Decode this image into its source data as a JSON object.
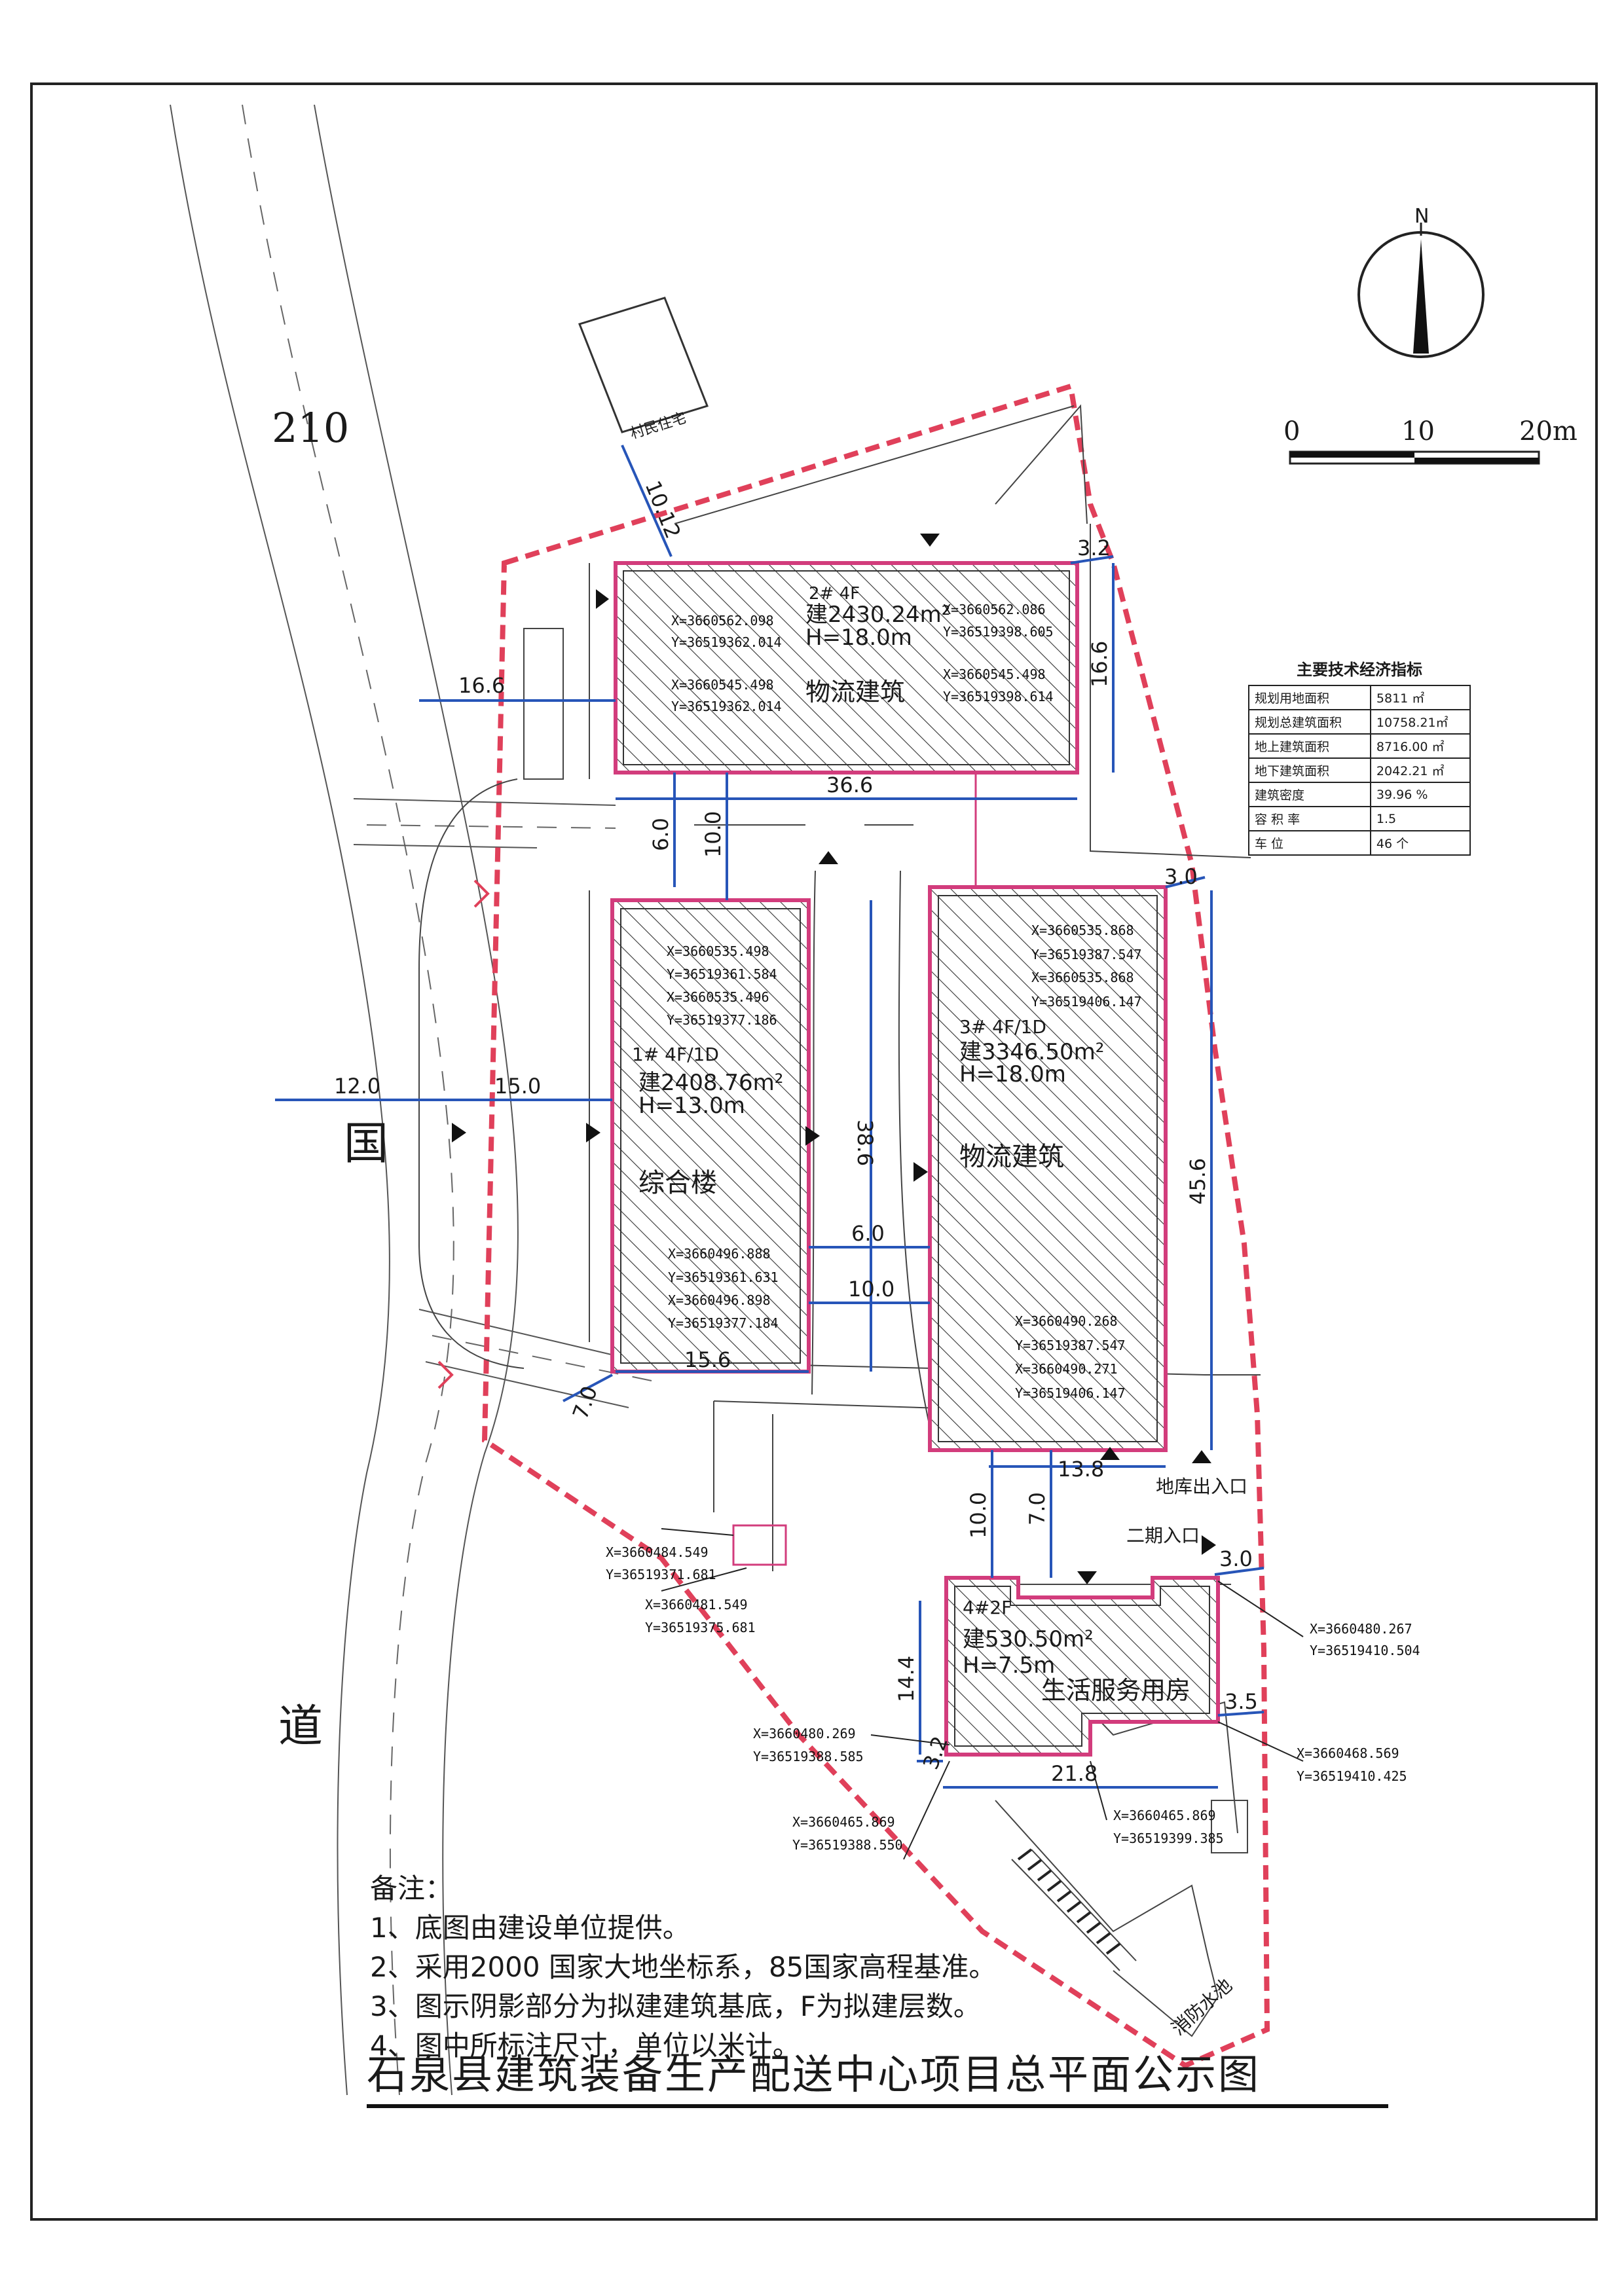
{
  "compass": {
    "north": "N"
  },
  "scale": {
    "labels": [
      "0",
      "10",
      "20m"
    ]
  },
  "road": {
    "number": "210",
    "char1": "国",
    "char2": "道"
  },
  "neighbor": {
    "label": "村民住宅"
  },
  "buildings": [
    {
      "id": "2#",
      "floors": "2# 4F",
      "area": "建2430.24m²",
      "height": "H=18.0m",
      "name": "物流建筑",
      "coords": [
        "X=3660562.098",
        "Y=36519362.014",
        "X=3660562.086",
        "Y=36519398.605",
        "X=3660545.498",
        "Y=36519362.014",
        "X=3660545.498",
        "Y=36519398.614"
      ]
    },
    {
      "id": "1#",
      "floors": "1# 4F/1D",
      "area": "建2408.76m²",
      "height": "H=13.0m",
      "name": "综合楼",
      "coords": [
        "X=3660535.498",
        "Y=36519361.584",
        "X=3660535.496",
        "Y=36519377.186",
        "X=3660496.888",
        "Y=36519361.631",
        "X=3660496.898",
        "Y=36519377.184"
      ]
    },
    {
      "id": "3#",
      "floors": "3# 4F/1D",
      "area": "建3346.50m²",
      "height": "H=18.0m",
      "name": "物流建筑",
      "coords": [
        "X=3660535.868",
        "Y=36519387.547",
        "X=3660535.868",
        "Y=36519406.147",
        "X=3660490.268",
        "Y=36519387.547",
        "X=3660490.271",
        "Y=36519406.147"
      ]
    },
    {
      "id": "4#",
      "floors": "4#2F",
      "area": "建530.50m²",
      "height": "H=7.5m",
      "name": "生活服务用房",
      "coords": [
        "X=3660480.267",
        "Y=36519410.504",
        "X=3660480.269",
        "Y=36519388.585",
        "X=3660468.569",
        "Y=36519410.425",
        "X=3660465.869",
        "Y=36519388.550",
        "X=3660465.869",
        "Y=36519399.385"
      ]
    }
  ],
  "other_coords": [
    "X=3660484.549",
    "Y=36519371.681",
    "X=3660481.549",
    "Y=36519375.681"
  ],
  "dimensions": {
    "d10_12": "10.12",
    "d3_2a": "3.2",
    "d16_6h": "16.6",
    "d16_6v": "16.6",
    "d36_6": "36.6",
    "d6_0a": "6.0",
    "d10_0a": "10.0",
    "d3_0a": "3.0",
    "d12_0": "12.0",
    "d15_0": "15.0",
    "d38_6": "38.6",
    "d45_6": "45.6",
    "d6_0b": "6.0",
    "d10_0b": "10.0",
    "d15_6": "15.6",
    "d7_0a": "7.0",
    "d13_8": "13.8",
    "d10_0c": "10.0",
    "d7_0b": "7.0",
    "d3_0b": "3.0",
    "d14_4": "14.4",
    "d3_5": "3.5",
    "d3_2b": "3.2",
    "d21_8": "21.8"
  },
  "labels": {
    "garage": "地库出入口",
    "phase2": "二期入口",
    "pool": "消防水池"
  },
  "indicators": {
    "title": "主要技术经济指标",
    "rows": [
      {
        "k": "规划用地面积",
        "v": "5811  ㎡"
      },
      {
        "k": "规划总建筑面积",
        "v": "10758.21㎡"
      },
      {
        "k": "地上建筑面积",
        "v": "8716.00 ㎡"
      },
      {
        "k": "地下建筑面积",
        "v": "2042.21 ㎡"
      },
      {
        "k": "建筑密度",
        "v": "39.96 %"
      },
      {
        "k": "容 积 率",
        "v": "1.5"
      },
      {
        "k": "车    位",
        "v": "46 个"
      }
    ]
  },
  "notes": {
    "title": "备注：",
    "items": [
      "1、底图由建设单位提供。",
      "2、采用2000 国家大地坐标系，85国家高程基准。",
      "3、图示阴影部分为拟建建筑基底，F为拟建层数。",
      "4、图中所标注尺寸，单位以米计。"
    ]
  },
  "title": "石泉县建筑装备生产配送中心项目总平面公示图"
}
